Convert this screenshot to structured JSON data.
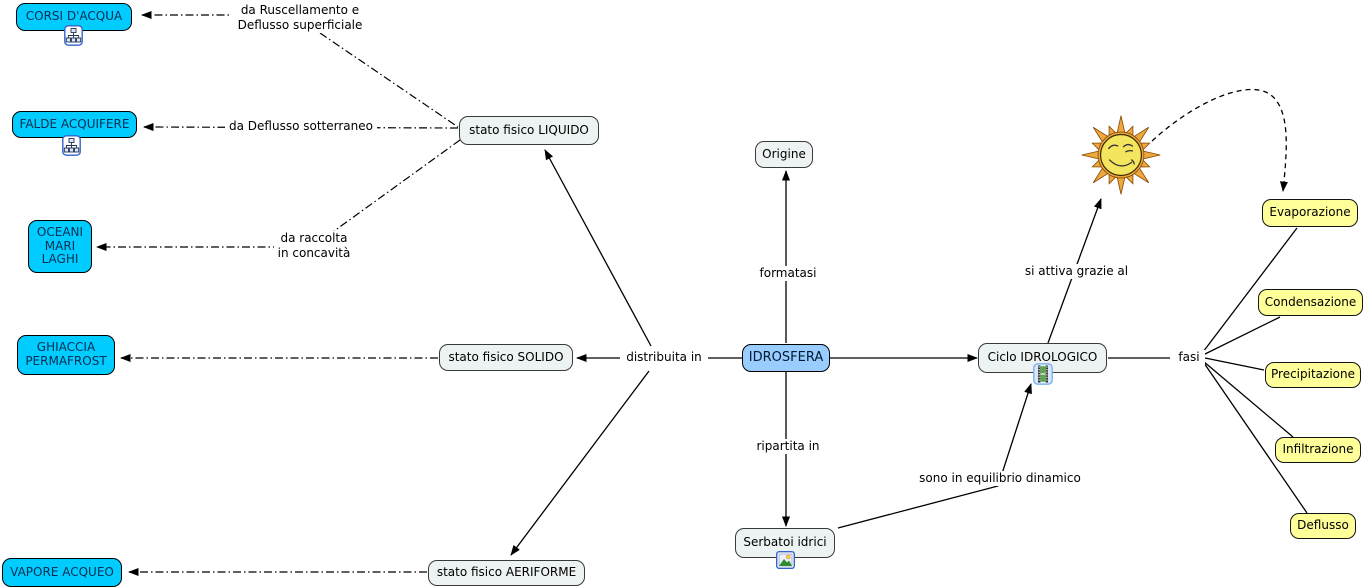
{
  "nodes": {
    "corsi": {
      "label": "CORSI D'ACQUA"
    },
    "falde": {
      "label": "FALDE ACQUIFERE"
    },
    "oceani": {
      "label": "OCEANI\nMARI\nLAGHI"
    },
    "ghiaccia": {
      "label": "GHIACCIA\nPERMAFROST"
    },
    "vapore": {
      "label": "VAPORE ACQUEO"
    },
    "liquido": {
      "label": "stato fisico LIQUIDO"
    },
    "solido": {
      "label": "stato fisico SOLIDO"
    },
    "aeriforme": {
      "label": "stato fisico AERIFORME"
    },
    "origine": {
      "label": "Origine"
    },
    "idrosfera": {
      "label": "IDROSFERA"
    },
    "ciclo": {
      "label": "Ciclo IDROLOGICO"
    },
    "serbatoi": {
      "label": "Serbatoi idrici"
    },
    "evaporazione": {
      "label": "Evaporazione"
    },
    "condensazione": {
      "label": "Condensazione"
    },
    "precipitazione": {
      "label": "Precipitazione"
    },
    "infiltrazione": {
      "label": "Infiltrazione"
    },
    "deflusso": {
      "label": "Deflusso"
    }
  },
  "links": {
    "ruscellamento": "da Ruscellamento e\nDeflusso superficiale",
    "sotterraneo": "da Deflusso sotterraneo",
    "raccolta": "da raccolta\nin concavità",
    "distribuita": "distribuita in",
    "formatasi": "formatasi",
    "ripartita": "ripartita in",
    "si_attiva": "si attiva grazie al",
    "equilibrio": "sono in equilibrio dinamico",
    "fasi": "fasi"
  },
  "icons": {
    "concept_map_icon": "concept-map-resource",
    "image_icon": "image-resource",
    "movie_icon": "video-resource",
    "sun_image": "cartoon-sun"
  },
  "colors": {
    "cyan_node": "#00CCFF",
    "blue_node": "#99CCFF",
    "light_node": "#EDF2F2",
    "yellow_node": "#FFFF99",
    "line": "#000000",
    "sun_rays": "#EBA93F",
    "sun_face": "#F4E55F"
  }
}
